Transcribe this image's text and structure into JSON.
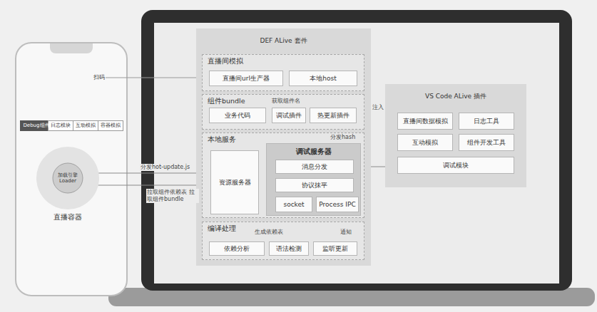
{
  "diagram": {
    "nodes": [
      {
        "text": [
          "DEF ALive 套件"
        ]
      },
      {
        "text": [
          "直播间模拟"
        ],
        "in": 0
      },
      {
        "text": [
          "直播间url生产器"
        ],
        "in": 1
      },
      {
        "text": [
          "本地host"
        ],
        "in": 1
      },
      {
        "text": [
          "组件bundle"
        ],
        "in": 0
      },
      {
        "text": [
          "业务代码"
        ],
        "in": 4
      },
      {
        "text": [
          "调试插件"
        ],
        "in": 4
      },
      {
        "text": [
          "热更新插件"
        ],
        "in": 4
      },
      {
        "text": [
          "本地服务"
        ],
        "in": 0
      },
      {
        "text": [
          "资源服务器"
        ],
        "in": 8
      },
      {
        "text": [
          "调试服务器"
        ],
        "in": 8
      },
      {
        "text": [
          "消息分发"
        ],
        "in": 10
      },
      {
        "text": [
          "协议抹平"
        ],
        "in": 10
      },
      {
        "text": [
          "socket"
        ],
        "in": 10
      },
      {
        "text": [
          "Process IPC"
        ],
        "in": 10
      },
      {
        "text": [
          "编译处理"
        ],
        "in": 0
      },
      {
        "text": [
          "依赖分析"
        ],
        "in": 15
      },
      {
        "text": [
          "语法检测"
        ],
        "in": 15
      },
      {
        "text": [
          "监听更新"
        ],
        "in": 15
      },
      {
        "text": [
          "VS Code ALive 插件"
        ]
      },
      {
        "text": [
          "直播间数据模拟"
        ],
        "in": 19
      },
      {
        "text": [
          "日志工具"
        ],
        "in": 19
      },
      {
        "text": [
          "互动模拟"
        ],
        "in": 19
      },
      {
        "text": [
          "组件开发工具"
        ],
        "in": 19
      },
      {
        "text": [
          "调试模块"
        ],
        "in": 19
      },
      {
        "text": [
          "Debug组件"
        ]
      },
      {
        "text": [
          "日志模块"
        ]
      },
      {
        "text": [
          "互动模拟"
        ]
      },
      {
        "text": [
          "容器模拟"
        ]
      },
      {
        "text": [
          "直播容器"
        ]
      },
      {
        "text": [
          "加载引擎",
          "Loader"
        ],
        "in": 29
      }
    ],
    "edges": [
      {
        "from": 9,
        "to": 30,
        "label": "分发hot-update.js",
        "arrow": "to"
      },
      {
        "from": 30,
        "to": 9,
        "label": "拉取组件依赖表 拉取组件bundle",
        "arrow": "to"
      },
      {
        "from": 11,
        "to": 24,
        "arrow": "none"
      },
      {
        "from": 10,
        "to": 7,
        "label": "注入",
        "arrow": "to"
      },
      {
        "from": 18,
        "to": 10,
        "label": "通知",
        "arrow": "to"
      },
      {
        "from": 16,
        "to": 9,
        "label": "生成依赖表",
        "arrow": "to"
      }
    ],
    "labels": [
      "扫码",
      "获取组件名",
      "分发hash"
    ]
  }
}
